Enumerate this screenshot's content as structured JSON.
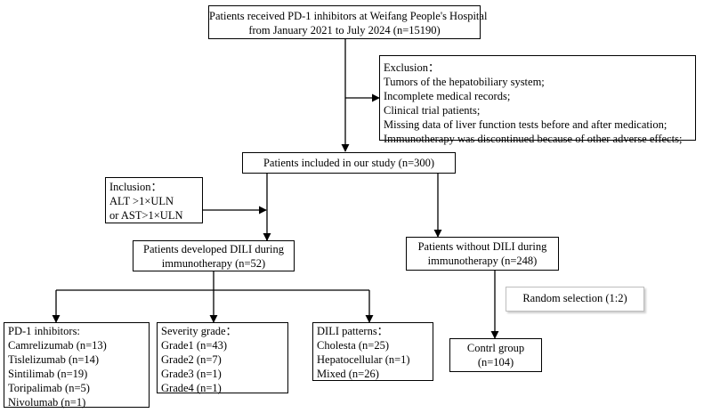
{
  "boxes": {
    "patients_received": [
      "Patients received PD-1 inhibitors at Weifang People's Hospital",
      "from January 2021 to July 2024 (n=15190)"
    ],
    "exclusion": [
      "Exclusion：",
      "Tumors of the hepatobiliary system;",
      "Incomplete medical records;",
      "Clinical trial patients;",
      "Missing data of liver function tests before and after medication;",
      "Immunotherapy was discontinued because of other adverse effects;"
    ],
    "included": [
      "Patients included in our study (n=300)"
    ],
    "inclusion": [
      "Inclusion：",
      "ALT >1×ULN",
      "or AST>1×ULN"
    ],
    "developed_dili": [
      "Patients developed DILI during",
      "immunotherapy (n=52)"
    ],
    "without_dili": [
      "Patients without DILI during",
      "immunotherapy (n=248)"
    ],
    "random_selection": [
      "Random selection (1:2)"
    ],
    "pd1_inhibitors": [
      "PD-1 inhibitors:",
      "Camrelizumab (n=13)",
      "Tislelizumab (n=14)",
      "Sintilimab (n=19)",
      "Toripalimab (n=5)",
      "Nivolumab (n=1)"
    ],
    "severity_grade": [
      "Severity grade：",
      "Grade1 (n=43)",
      "Grade2 (n=7)",
      "Grade3 (n=1)",
      "Grade4 (n=1)"
    ],
    "dili_patterns": [
      "DILI patterns：",
      "Cholesta (n=25)",
      "Hepatocellular (n=1)",
      "Mixed (n=26)"
    ],
    "control_group": [
      "Contrl group",
      "(n=104)"
    ]
  }
}
